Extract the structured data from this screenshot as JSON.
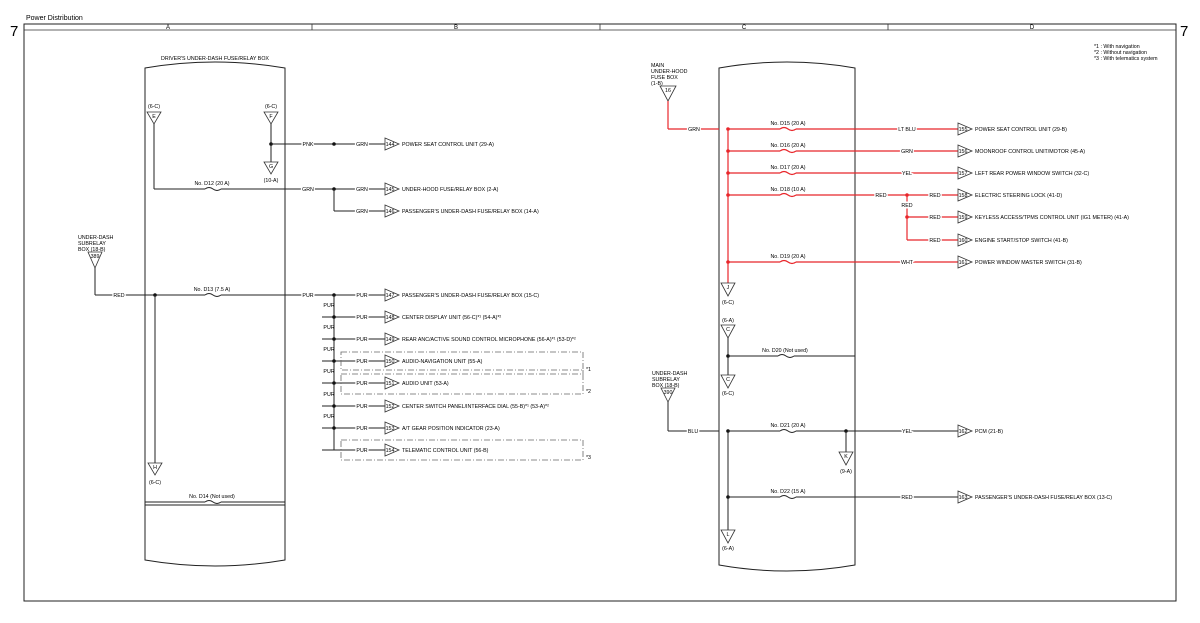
{
  "page": {
    "title": "Power Distribution",
    "number": "7",
    "columns": [
      "A",
      "B",
      "C",
      "D"
    ],
    "notes": [
      "*1 : With navigation",
      "*2 : Without navigation",
      "*3 : With telematics system"
    ]
  },
  "left_box": {
    "title": "DRIVER'S UNDER-DASH FUSE/RELAY BOX",
    "conn_E": {
      "letter": "E",
      "ref": "(6-C)"
    },
    "conn_F": {
      "letter": "F",
      "ref": "(6-C)"
    },
    "conn_G": {
      "letter": "G",
      "ref": "(10-A)"
    },
    "conn_H": {
      "letter": "H",
      "ref": "(6-C)"
    },
    "fuse_d12": "No. D12 (20 A)",
    "fuse_d13": "No. D13 (7.5 A)",
    "fuse_d14": "No. D14 (Not used)"
  },
  "left_source": {
    "label_lines": [
      "UNDER-DASH",
      "SUBRELAY",
      "BOX (18-B)"
    ],
    "pin": "389",
    "wire": "RED"
  },
  "left_rows": [
    {
      "w1": "PNK",
      "w2": "GRN",
      "pin": "144",
      "label": "POWER SEAT CONTROL UNIT (29-A)"
    },
    {
      "w1": "GRN",
      "w2": "GRN",
      "pin": "145",
      "label": "UNDER-HOOD FUSE/RELAY BOX (2-A)"
    },
    {
      "w1": "",
      "w2": "GRN",
      "pin": "146",
      "label": "PASSENGER'S UNDER-DASH FUSE/RELAY BOX (14-A)"
    },
    {
      "w1": "PUR",
      "w2": "PUR",
      "pin": "147",
      "label": "PASSENGER'S UNDER-DASH FUSE/RELAY BOX (15-C)"
    },
    {
      "w1": "PUR",
      "w2": "PUR",
      "pin": "148",
      "label": "CENTER DISPLAY UNIT (56-C)*¹ (54-A)*²"
    },
    {
      "w1": "PUR",
      "w2": "PUR",
      "pin": "149",
      "label": "REAR ANC/ACTIVE SOUND CONTROL MICROPHONE (56-A)*¹ (53-D)*²"
    },
    {
      "w1": "PUR",
      "w2": "PUR",
      "pin": "150",
      "label": "AUDIO-NAVIGATION UNIT (55-A)"
    },
    {
      "w1": "PUR",
      "w2": "PUR",
      "pin": "151",
      "label": "AUDIO UNIT (53-A)"
    },
    {
      "w1": "PUR",
      "w2": "PUR",
      "pin": "152",
      "label": "CENTER SWITCH PANEL/INTERFACE DIAL (55-B)*¹ (53-A)*²"
    },
    {
      "w1": "PUR",
      "w2": "PUR",
      "pin": "153",
      "label": "A/T GEAR POSITION INDICATOR (23-A)"
    },
    {
      "w1": "",
      "w2": "PUR",
      "pin": "154",
      "label": "TELEMATIC CONTROL UNIT (56-B)"
    }
  ],
  "option_marks": [
    "*1",
    "*2",
    "*3"
  ],
  "right_source": {
    "label_lines": [
      "MAIN",
      "UNDER-HOOD",
      "FUSE BOX",
      "(1-B)"
    ],
    "pin": "16",
    "wire": "GRN"
  },
  "right_box": {
    "conn_c_top": {
      "letter": "C",
      "ref": "(6-A)"
    },
    "conn_c_low": {
      "letter": "C",
      "ref": "(6-C)"
    },
    "conn_j": {
      "letter": "J",
      "ref": "(6-C)"
    },
    "conn_k": {
      "letter": "K",
      "ref": "(9-A)"
    },
    "conn_l": {
      "letter": "L",
      "ref": "(6-A)"
    },
    "fuse_d20": "No. D20 (Not used)"
  },
  "right_rows": [
    {
      "fuse": "No. D15 (20 A)",
      "wire": "LT BLU",
      "pin": "155",
      "label": "POWER SEAT CONTROL UNIT (29-B)"
    },
    {
      "fuse": "No. D16 (20 A)",
      "wire": "GRN",
      "pin": "156",
      "label": "MOONROOF CONTROL UNIT/MOTOR (45-A)"
    },
    {
      "fuse": "No. D17 (20 A)",
      "wire": "YEL",
      "pin": "157",
      "label": "LEFT REAR POWER WINDOW SWITCH (32-C)"
    },
    {
      "fuse": "No. D18 (10 A)",
      "wire": "RED",
      "wire2": "RED",
      "pin": "158",
      "label": "ELECTRIC STEERING LOCK (41-D)"
    },
    {
      "fuse": "",
      "wire": "RED",
      "wire2": "RED",
      "pin": "159",
      "label": "KEYLESS ACCESS/TPMS CONTROL UNIT (IG1 METER) (41-A)"
    },
    {
      "fuse": "",
      "wire": "",
      "wire2": "RED",
      "pin": "160",
      "label": "ENGINE START/STOP SWITCH (41-B)"
    },
    {
      "fuse": "No. D19 (20 A)",
      "wire": "WHT",
      "pin": "161",
      "label": "POWER WINDOW MASTER SWITCH (31-B)"
    }
  ],
  "right_source2": {
    "label_lines": [
      "UNDER-DASH",
      "SUBRELAY",
      "BOX (18-B)"
    ],
    "pin": "390",
    "wire": "BLU"
  },
  "right_rows2": [
    {
      "fuse": "No. D21 (20 A)",
      "wire": "YEL",
      "pin": "162",
      "label": "PCM (21-B)"
    },
    {
      "fuse": "No. D22 (15 A)",
      "wire": "RED",
      "pin": "163",
      "label": "PASSENGER'S UNDER-DASH FUSE/RELAY BOX (13-C)"
    }
  ]
}
